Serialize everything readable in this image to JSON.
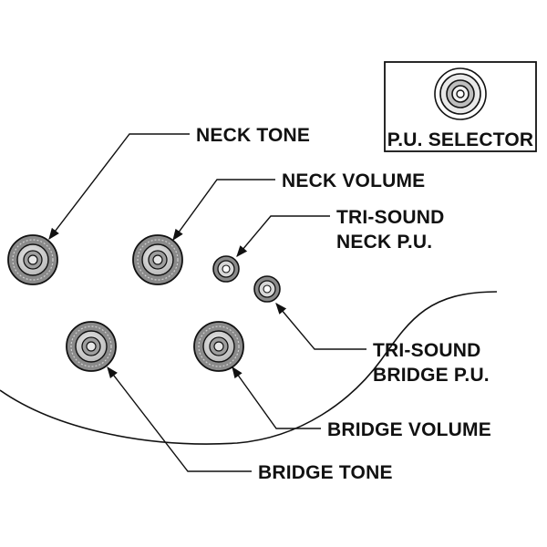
{
  "diagram": {
    "colors": {
      "ink": "#111111",
      "knob_body": "#8a8a8a",
      "knob_ring": "#c9c9c9",
      "knob_cap": "#d7d7d7",
      "background": "#ffffff"
    },
    "labels": {
      "pu_selector": "P.U. SELECTOR",
      "neck_tone": "NECK TONE",
      "neck_volume": "NECK VOLUME",
      "tri_sound_neck_line1": "TRI-SOUND",
      "tri_sound_neck_line2": "NECK P.U.",
      "tri_sound_bridge_line1": "TRI-SOUND",
      "tri_sound_bridge_line2": "BRIDGE P.U.",
      "bridge_volume": "BRIDGE VOLUME",
      "bridge_tone": "BRIDGE TONE"
    },
    "controls": [
      {
        "id": "neck-tone",
        "kind": "knob"
      },
      {
        "id": "neck-volume",
        "kind": "knob"
      },
      {
        "id": "tri-sound-neck",
        "kind": "mini-switch"
      },
      {
        "id": "tri-sound-bridge",
        "kind": "mini-switch"
      },
      {
        "id": "bridge-tone",
        "kind": "knob"
      },
      {
        "id": "bridge-volume",
        "kind": "knob"
      },
      {
        "id": "pu-selector",
        "kind": "rotary-switch"
      }
    ]
  }
}
